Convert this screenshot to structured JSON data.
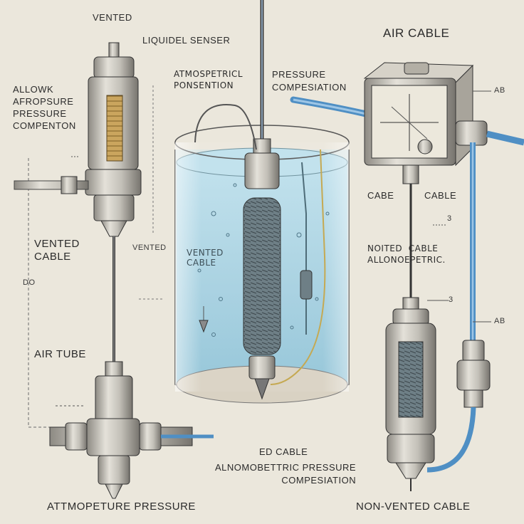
{
  "labels": {
    "vented_top": "VENTED",
    "liquid_sensor": "LIQUIDEL SENSER",
    "allow_pressure": "ALLOWK\nAFROPSURE\nPRESSURE\nCOMPENTON",
    "atmospheric_top": "ATMOSPETRICL\nPONSENTION",
    "pressure_comp_top": "PRESSURE\nCOMPESIATION",
    "air_cable": "AIR CABLE",
    "ab_top": "AB",
    "vented_cable_left": "VENTED\nCABLE",
    "vented_mid": "VENTED",
    "vented_cable_tank": "VENTED\nCABLE",
    "cabe": "CABE",
    "cable_right": "CABLE",
    "num_3_right": "3",
    "noted_cable": "NOITED  CABLE\nALLONOEPETRIC.",
    "num_3_lower": "3",
    "ab_lower": "AB",
    "air_tube": "AIR TUBE",
    "do_left": "DO",
    "ed_cable": "ED CABLE",
    "alno_pressure": "ALNOMOBETTRIC PRESSURE\nCOMPESIATION",
    "atmo_pressure": "ATTMOPETURE PRESSURE",
    "non_vented": "NON-VENTED CABLE"
  },
  "colors": {
    "paper": "#ebe7dc",
    "ink": "#2b2b2b",
    "water": "#a8cfe0",
    "cable_blue": "#4f8fc4",
    "metal": "#c9c6bd",
    "brass": "#c8a15a"
  }
}
